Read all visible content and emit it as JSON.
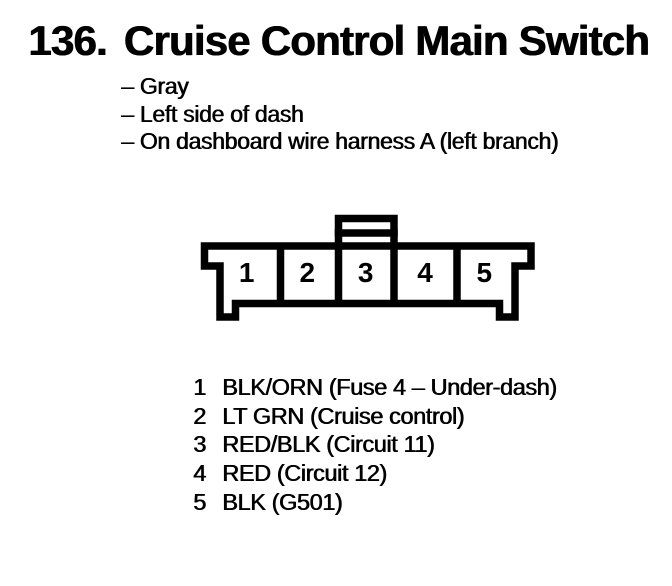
{
  "colors": {
    "ink": "#000000",
    "paper": "#ffffff"
  },
  "header": {
    "number": "136.",
    "title": "Cruise Control Main Switch"
  },
  "notes": [
    "– Gray",
    "– Left side of dash",
    "– On dashboard wire harness A (left branch)"
  ],
  "connector": {
    "pins": [
      "1",
      "2",
      "3",
      "4",
      "5"
    ]
  },
  "pinout": [
    {
      "pin": "1",
      "label": "BLK/ORN (Fuse 4 – Under-dash)"
    },
    {
      "pin": "2",
      "label": "LT GRN (Cruise control)"
    },
    {
      "pin": "3",
      "label": "RED/BLK (Circuit 11)"
    },
    {
      "pin": "4",
      "label": "RED (Circuit 12)"
    },
    {
      "pin": "5",
      "label": "BLK (G501)"
    }
  ]
}
